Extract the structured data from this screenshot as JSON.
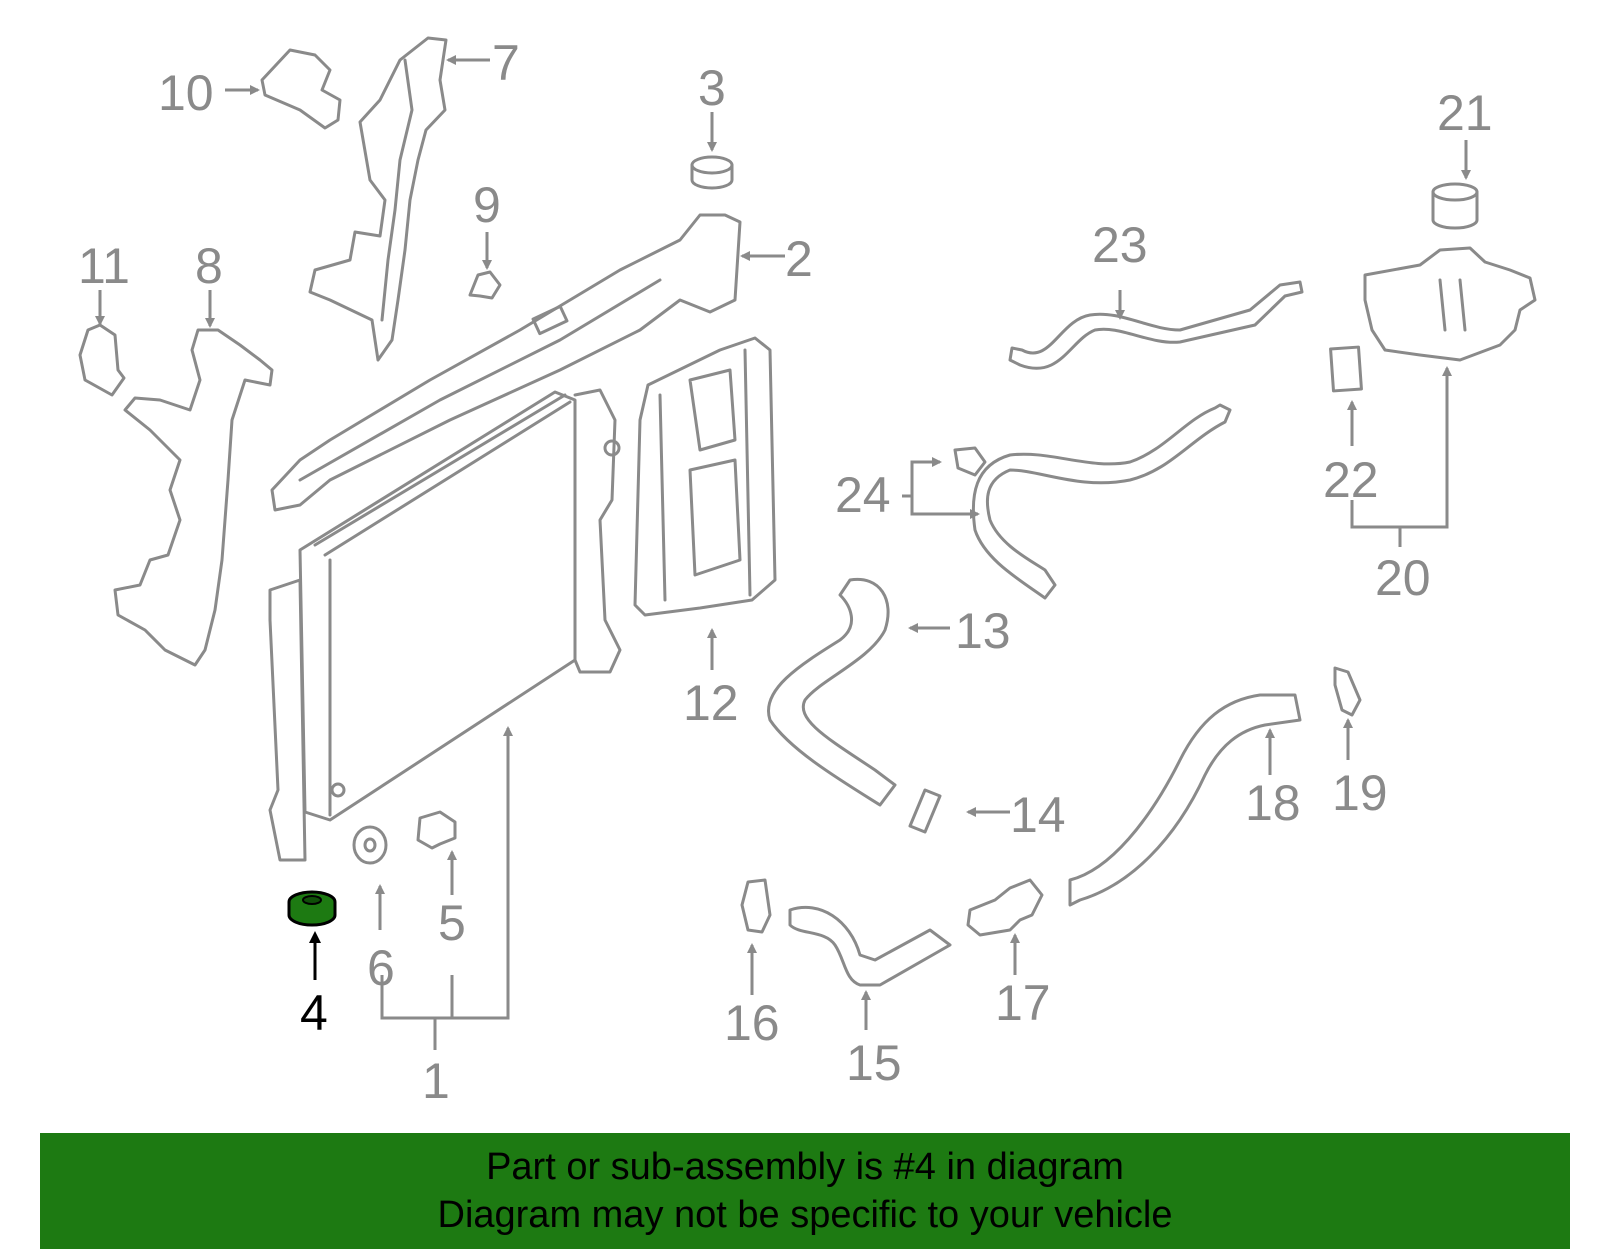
{
  "callouts": {
    "c1": "1",
    "c2": "2",
    "c3": "3",
    "c4": "4",
    "c5": "5",
    "c6": "6",
    "c7": "7",
    "c8": "8",
    "c9": "9",
    "c10": "10",
    "c11": "11",
    "c12": "12",
    "c13": "13",
    "c14": "14",
    "c15": "15",
    "c16": "16",
    "c17": "17",
    "c18": "18",
    "c19": "19",
    "c20": "20",
    "c21": "21",
    "c22": "22",
    "c23": "23",
    "c24": "24"
  },
  "highlight": {
    "color": "#1d7a12"
  },
  "banner": {
    "background": "#1d7a12",
    "line1": "Part or sub-assembly is #4 in diagram",
    "line2": "Diagram may not be specific to your vehicle"
  }
}
